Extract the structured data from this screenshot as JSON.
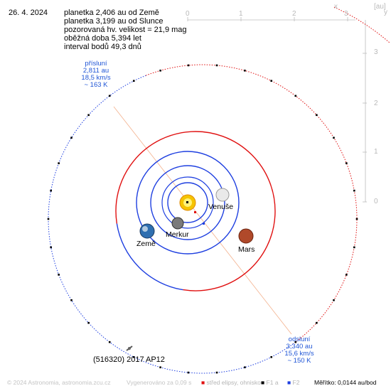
{
  "date": "26. 4. 2024",
  "info": [
    "planetka 2,406 au od Země",
    "planetka 3,199 au od Slunce",
    "pozorovaná hv. velikost = 21,9 mag",
    "oběžná doba 5,394 let",
    "interval bodů 49,3 dnů"
  ],
  "perihelion": {
    "title": "přísluní",
    "distance": "2,811 au",
    "speed": "18,5 km/s",
    "temp": "~ 163 K"
  },
  "aphelion": {
    "title": "odsluní",
    "distance": "3,340 au",
    "speed": "15,6 km/s",
    "temp": "~ 150 K"
  },
  "asteroid_name": "(516320) 2017 AP12",
  "planets": {
    "venus": "Venuše",
    "mercury": "Merkur",
    "earth": "Země",
    "mars": "Mars"
  },
  "axis": {
    "x_ticks": [
      "0",
      "1",
      "2",
      "3"
    ],
    "y_ticks": [
      "3",
      "2",
      "1",
      "0"
    ],
    "x_label": "x",
    "y_label": "y",
    "unit": "[au]"
  },
  "footer": {
    "copyright": "© 2024 Astronomia, astronomia.zcu.cz",
    "generated": "Vygenerováno za 0,09 s",
    "legend_center": "střed elipsy, ohnisko",
    "legend_f1": "F1",
    "legend_a": "a",
    "legend_f2": "F2",
    "scale": "Měřítko: 0,0144 au/bod"
  },
  "colors": {
    "orbit_above": "#e01010",
    "orbit_below": "#1e3fe0",
    "apsis_line": "#f3b08c",
    "axis": "#bdbdbd",
    "label_blue": "#1f55d6"
  }
}
